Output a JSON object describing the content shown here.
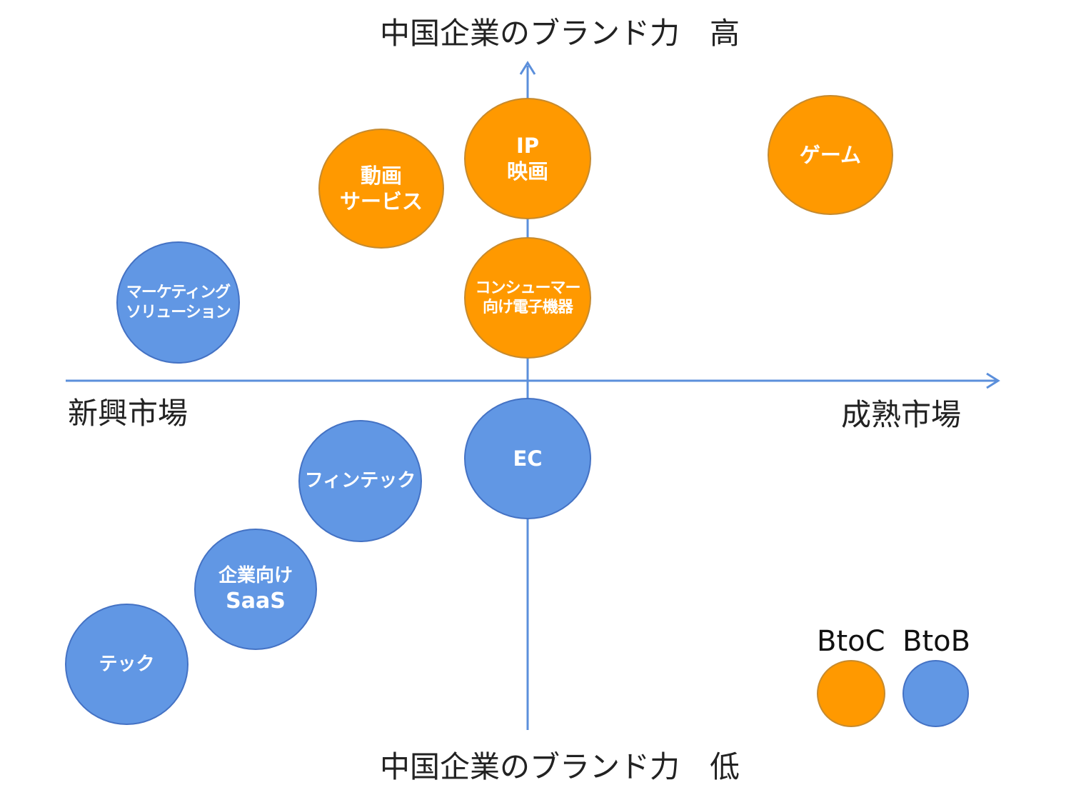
{
  "colors": {
    "btoc": "#ff9900",
    "btob": "#6197e4",
    "axis": "#5b8fdb",
    "btoc_border": "#c68a2e",
    "btob_border": "#4472c4"
  },
  "axes": {
    "top": "中国企業のブランド力　高",
    "bottom": "中国企業のブランド力　低",
    "left": "新興市場",
    "right": "成熟市場"
  },
  "bubbles": [
    {
      "id": "ip-film",
      "type": "btoc",
      "lines": [
        "IP",
        "映画"
      ]
    },
    {
      "id": "game",
      "type": "btoc",
      "lines": [
        "ゲーム"
      ]
    },
    {
      "id": "video-service",
      "type": "btoc",
      "lines": [
        "動画",
        "サービス"
      ]
    },
    {
      "id": "consumer-electronics",
      "type": "btoc",
      "lines": [
        "コンシューマー",
        "向け電子機器"
      ]
    },
    {
      "id": "marketing-solution",
      "type": "btob",
      "lines": [
        "マーケティング",
        "ソリューション"
      ]
    },
    {
      "id": "ec",
      "type": "btob",
      "lines": [
        "EC"
      ]
    },
    {
      "id": "fintech",
      "type": "btob",
      "lines": [
        "フィンテック"
      ]
    },
    {
      "id": "enterprise-saas",
      "type": "btob",
      "lines": [
        "企業向け",
        "SaaS"
      ]
    },
    {
      "id": "tech",
      "type": "btob",
      "lines": [
        "テック"
      ]
    }
  ],
  "legend": {
    "btoc": "BtoC",
    "btob": "BtoB"
  }
}
